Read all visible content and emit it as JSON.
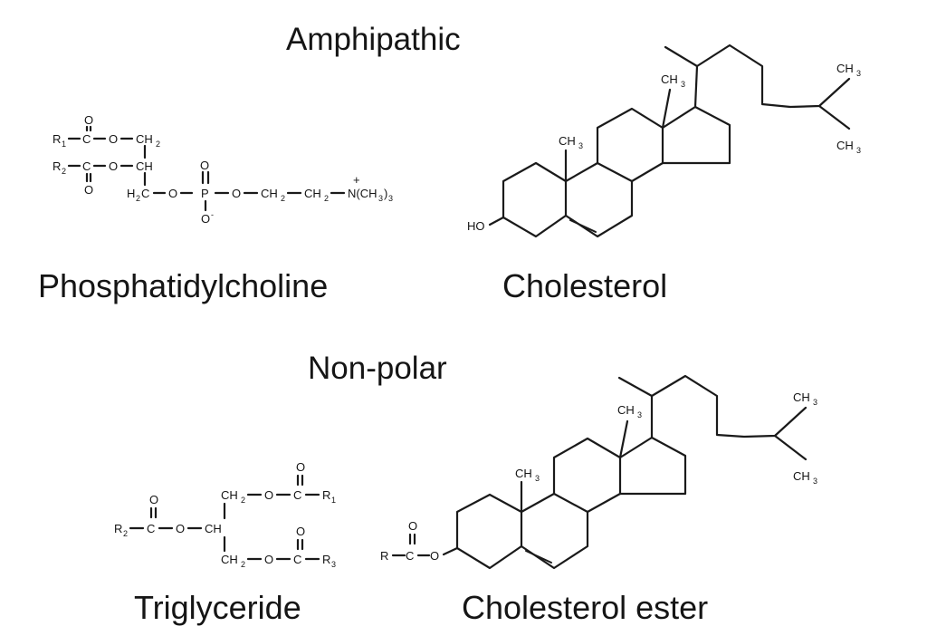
{
  "headings": {
    "amphipathic": "Amphipathic",
    "nonpolar": "Non-polar"
  },
  "molecules": {
    "phosphatidylcholine": "Phosphatidylcholine",
    "cholesterol": "Cholesterol",
    "triglyceride": "Triglyceride",
    "cholesterol_ester": "Cholesterol ester"
  }
}
